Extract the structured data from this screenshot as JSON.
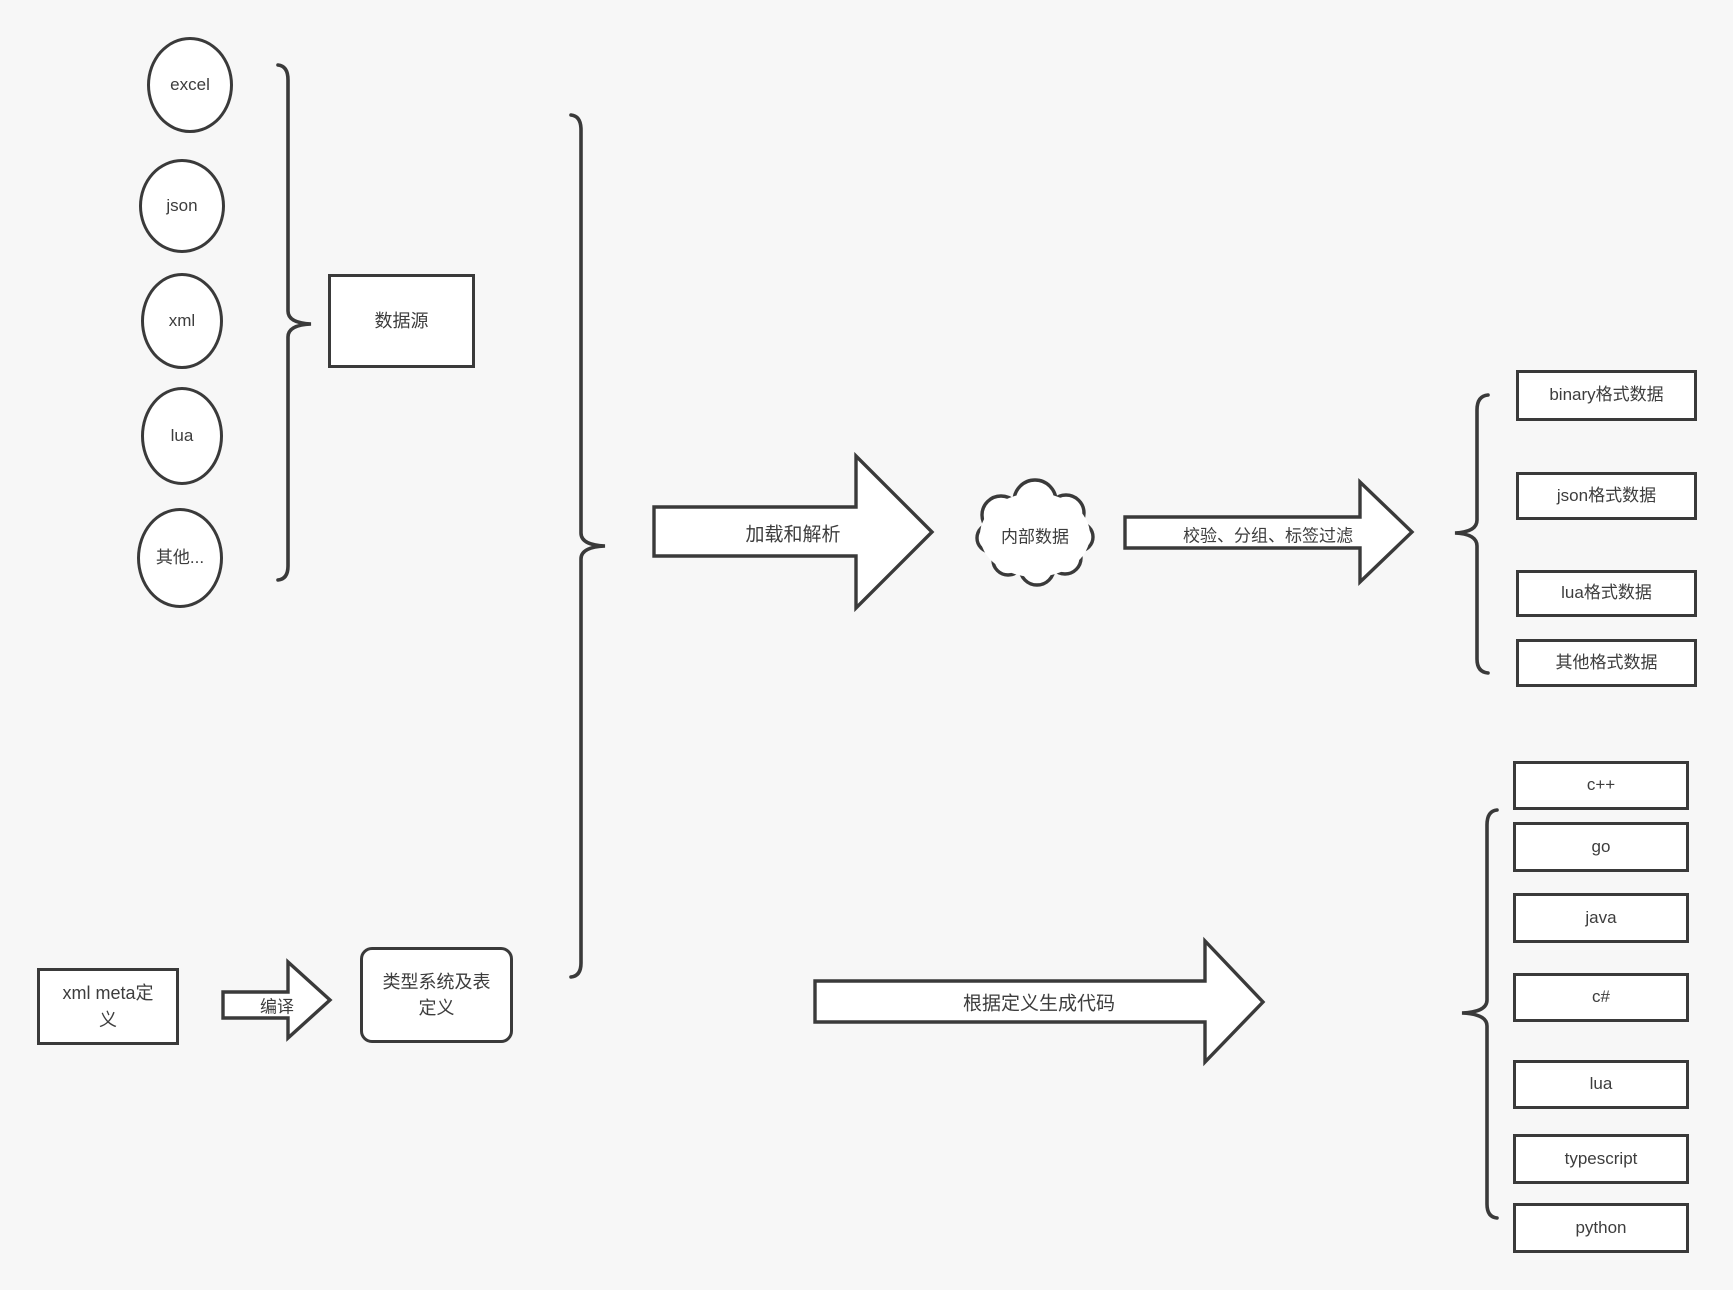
{
  "diagram": {
    "background": "#f7f7f7",
    "stroke_color": "#3a3a3a",
    "text_color": "#3d3d3d"
  },
  "sources": {
    "group_label": "数据源",
    "items": [
      "excel",
      "json",
      "xml",
      "lua",
      "其他..."
    ]
  },
  "pipeline": {
    "load_arrow_label": "加载和解析",
    "cloud_label": "内部数据",
    "filter_arrow_label": "校验、分组、标签过滤",
    "outputs": [
      "binary格式数据",
      "json格式数据",
      "lua格式数据",
      "其他格式数据"
    ]
  },
  "definition": {
    "meta_box_label": "xml meta定义",
    "compile_arrow_label": "编译",
    "type_box_label": "类型系统及表定义"
  },
  "codegen": {
    "generate_arrow_label": "根据定义生成代码",
    "languages": [
      "c++",
      "go",
      "java",
      "c#",
      "lua",
      "typescript",
      "python"
    ]
  }
}
